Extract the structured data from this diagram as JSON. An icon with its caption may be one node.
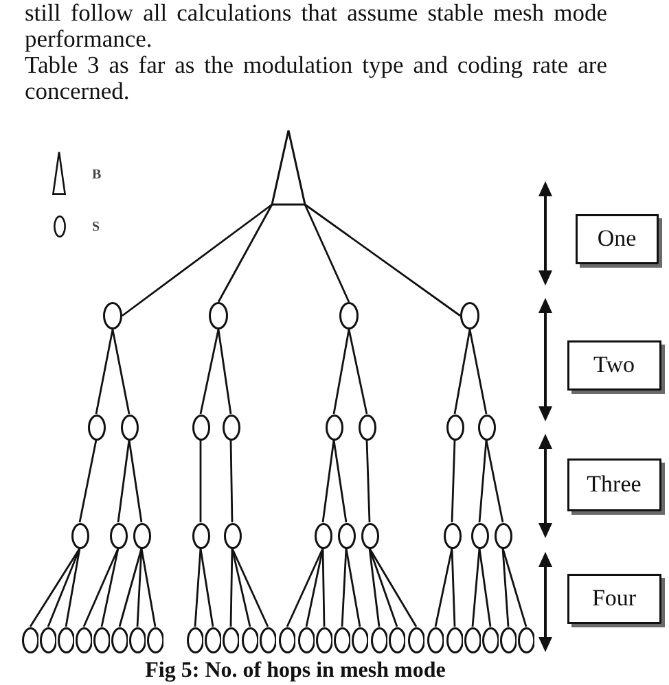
{
  "diagram": {
    "caption": "Fig 5: No. of hops in mesh mode",
    "nodes": [
      {
        "text": [],
        "shape": "triangle"
      },
      {
        "text": [
          "One"
        ]
      },
      {
        "text": [],
        "shape": "ellipse"
      },
      {
        "text": [],
        "shape": "ellipse"
      },
      {
        "text": [],
        "shape": "ellipse"
      },
      {
        "text": [],
        "shape": "ellipse"
      },
      {
        "text": [
          "Two"
        ]
      },
      {
        "text": [],
        "shape": "ellipse"
      },
      {
        "text": [],
        "shape": "ellipse"
      },
      {
        "text": [],
        "shape": "ellipse"
      },
      {
        "text": [],
        "shape": "ellipse"
      },
      {
        "text": [],
        "shape": "ellipse"
      },
      {
        "text": [],
        "shape": "ellipse"
      },
      {
        "text": [],
        "shape": "ellipse"
      },
      {
        "text": [],
        "shape": "ellipse"
      },
      {
        "text": [
          "Three"
        ]
      },
      {
        "text": [],
        "shape": "ellipse"
      },
      {
        "text": [],
        "shape": "ellipse"
      },
      {
        "text": [],
        "shape": "ellipse"
      },
      {
        "text": [],
        "shape": "ellipse"
      },
      {
        "text": [],
        "shape": "ellipse"
      },
      {
        "text": [],
        "shape": "ellipse"
      },
      {
        "text": [],
        "shape": "ellipse"
      },
      {
        "text": [],
        "shape": "ellipse"
      },
      {
        "text": [],
        "shape": "ellipse"
      },
      {
        "text": [],
        "shape": "ellipse"
      },
      {
        "text": [],
        "shape": "ellipse"
      },
      {
        "text": [
          "Four"
        ]
      },
      {
        "text": [],
        "shape": "ellipse"
      },
      {
        "text": [],
        "shape": "ellipse"
      },
      {
        "text": [],
        "shape": "ellipse"
      },
      {
        "text": [],
        "shape": "ellipse"
      },
      {
        "text": [],
        "shape": "ellipse"
      },
      {
        "text": [],
        "shape": "ellipse"
      },
      {
        "text": [],
        "shape": "ellipse"
      },
      {
        "text": [],
        "shape": "ellipse"
      },
      {
        "text": [],
        "shape": "ellipse"
      },
      {
        "text": [],
        "shape": "ellipse"
      },
      {
        "text": [],
        "shape": "ellipse"
      },
      {
        "text": [],
        "shape": "ellipse"
      },
      {
        "text": [],
        "shape": "ellipse"
      },
      {
        "text": [],
        "shape": "ellipse"
      },
      {
        "text": [],
        "shape": "ellipse"
      },
      {
        "text": [],
        "shape": "ellipse"
      },
      {
        "text": [],
        "shape": "ellipse"
      },
      {
        "text": [],
        "shape": "ellipse"
      },
      {
        "text": [],
        "shape": "ellipse"
      },
      {
        "text": [],
        "shape": "ellipse"
      },
      {
        "text": [],
        "shape": "ellipse"
      },
      {
        "text": [],
        "shape": "ellipse"
      },
      {
        "text": [],
        "shape": "ellipse"
      },
      {
        "text": [],
        "shape": "ellipse"
      },
      {
        "text": [],
        "shape": "ellipse"
      },
      {
        "text": [],
        "shape": "ellipse"
      },
      {
        "text": [],
        "shape": "ellipse"
      }
    ],
    "edges": [
      {
        "from": 0,
        "to": 2,
        "arrow": "none"
      },
      {
        "from": 0,
        "to": 3,
        "arrow": "none"
      },
      {
        "from": 0,
        "to": 4,
        "arrow": "none"
      },
      {
        "from": 0,
        "to": 5,
        "arrow": "none"
      },
      {
        "from": 2,
        "to": 7,
        "arrow": "none"
      },
      {
        "from": 2,
        "to": 8,
        "arrow": "none"
      },
      {
        "from": 3,
        "to": 9,
        "arrow": "none"
      },
      {
        "from": 3,
        "to": 10,
        "arrow": "none"
      },
      {
        "from": 4,
        "to": 11,
        "arrow": "none"
      },
      {
        "from": 4,
        "to": 12,
        "arrow": "none"
      },
      {
        "from": 5,
        "to": 13,
        "arrow": "none"
      },
      {
        "from": 5,
        "to": 14,
        "arrow": "none"
      },
      {
        "from": 7,
        "to": 16,
        "arrow": "none"
      },
      {
        "from": 8,
        "to": 17,
        "arrow": "none"
      },
      {
        "from": 8,
        "to": 18,
        "arrow": "none"
      },
      {
        "from": 9,
        "to": 19,
        "arrow": "none"
      },
      {
        "from": 10,
        "to": 20,
        "arrow": "none"
      },
      {
        "from": 11,
        "to": 21,
        "arrow": "none"
      },
      {
        "from": 11,
        "to": 22,
        "arrow": "none"
      },
      {
        "from": 12,
        "to": 23,
        "arrow": "none"
      },
      {
        "from": 13,
        "to": 24,
        "arrow": "none"
      },
      {
        "from": 14,
        "to": 25,
        "arrow": "none"
      },
      {
        "from": 14,
        "to": 26,
        "arrow": "none"
      },
      {
        "from": 16,
        "to": 28,
        "arrow": "none"
      },
      {
        "from": 16,
        "to": 29,
        "arrow": "none"
      },
      {
        "from": 16,
        "to": 30,
        "arrow": "none"
      },
      {
        "from": 17,
        "to": 31,
        "arrow": "none"
      },
      {
        "from": 17,
        "to": 32,
        "arrow": "none"
      },
      {
        "from": 18,
        "to": 33,
        "arrow": "none"
      },
      {
        "from": 18,
        "to": 34,
        "arrow": "none"
      },
      {
        "from": 18,
        "to": 35,
        "arrow": "none"
      },
      {
        "from": 19,
        "to": 36,
        "arrow": "none"
      },
      {
        "from": 19,
        "to": 37,
        "arrow": "none"
      },
      {
        "from": 20,
        "to": 38,
        "arrow": "none"
      },
      {
        "from": 20,
        "to": 39,
        "arrow": "none"
      },
      {
        "from": 20,
        "to": 40,
        "arrow": "none"
      },
      {
        "from": 21,
        "to": 41,
        "arrow": "none"
      },
      {
        "from": 21,
        "to": 42,
        "arrow": "none"
      },
      {
        "from": 21,
        "to": 43,
        "arrow": "none"
      },
      {
        "from": 22,
        "to": 44,
        "arrow": "none"
      },
      {
        "from": 22,
        "to": 45,
        "arrow": "none"
      },
      {
        "from": 23,
        "to": 46,
        "arrow": "none"
      },
      {
        "from": 23,
        "to": 47,
        "arrow": "none"
      },
      {
        "from": 23,
        "to": 48,
        "arrow": "none"
      },
      {
        "from": 24,
        "to": 49,
        "arrow": "none"
      },
      {
        "from": 24,
        "to": 50,
        "arrow": "none"
      },
      {
        "from": 25,
        "to": 51,
        "arrow": "none"
      },
      {
        "from": 25,
        "to": 52,
        "arrow": "none"
      },
      {
        "from": 26,
        "to": 53,
        "arrow": "none"
      },
      {
        "from": 26,
        "to": 54,
        "arrow": "none"
      }
    ],
    "labels": [
      "still follow all calculations that assume stable mesh mode performance.",
      "Table 3 as far as the modulation type and coding rate are concerned."
    ],
    "legend": [
      {
        "text": "B"
      },
      {
        "text": "S"
      }
    ]
  }
}
